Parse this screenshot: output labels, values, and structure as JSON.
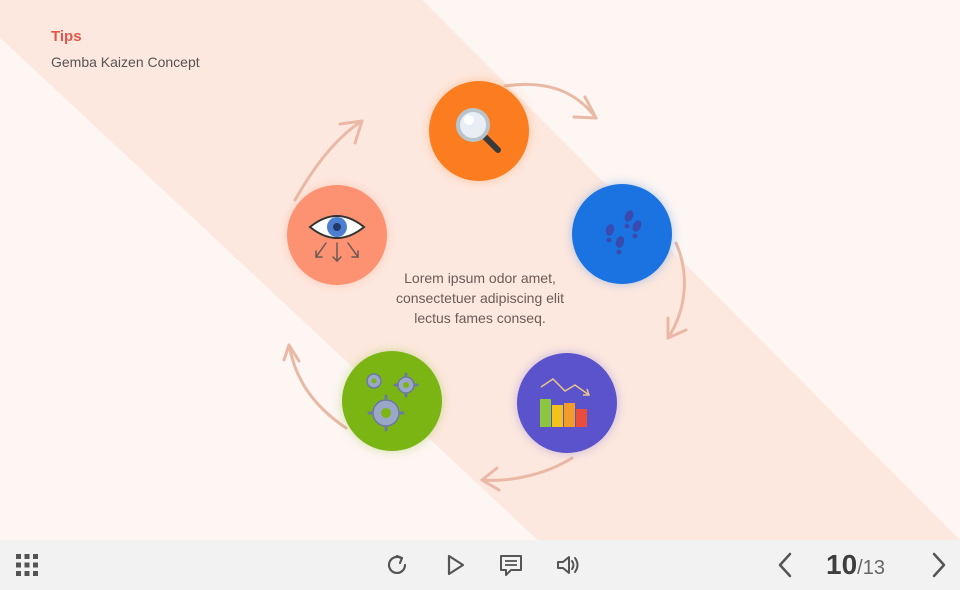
{
  "header": {
    "section_label": "Tips",
    "subtitle": "Gemba Kaizen Concept"
  },
  "diagram": {
    "steps": [
      {
        "name": "magnifier",
        "icon": "magnifier-icon",
        "color": "#fb7d1f"
      },
      {
        "name": "footsteps",
        "icon": "footsteps-icon",
        "color": "#1a73e0"
      },
      {
        "name": "bar-chart",
        "icon": "bar-chart-icon",
        "color": "#5b53cc"
      },
      {
        "name": "gears",
        "icon": "gears-icon",
        "color": "#7bb514"
      },
      {
        "name": "eye",
        "icon": "eye-icon",
        "color": "#fd9272"
      }
    ],
    "center_text": {
      "line1": "Lorem ipsum odor amet,",
      "line2": "consectetuer adipiscing elit",
      "line3": "lectus fames conseq."
    },
    "arrow_color": "#e9b9a6"
  },
  "toolbar": {
    "menu_icon": "grid-menu-icon",
    "replay_icon": "replay-icon",
    "play_icon": "play-icon",
    "notes_icon": "notes-icon",
    "sound_icon": "speaker-icon",
    "prev_icon": "chevron-left-icon",
    "next_icon": "chevron-right-icon",
    "current_page": "10",
    "total_pages": "/13"
  },
  "colors": {
    "accent": "#e2574c",
    "band": "#fde8df",
    "background": "#fdf6f3",
    "toolbar": "#f2f2f2"
  }
}
